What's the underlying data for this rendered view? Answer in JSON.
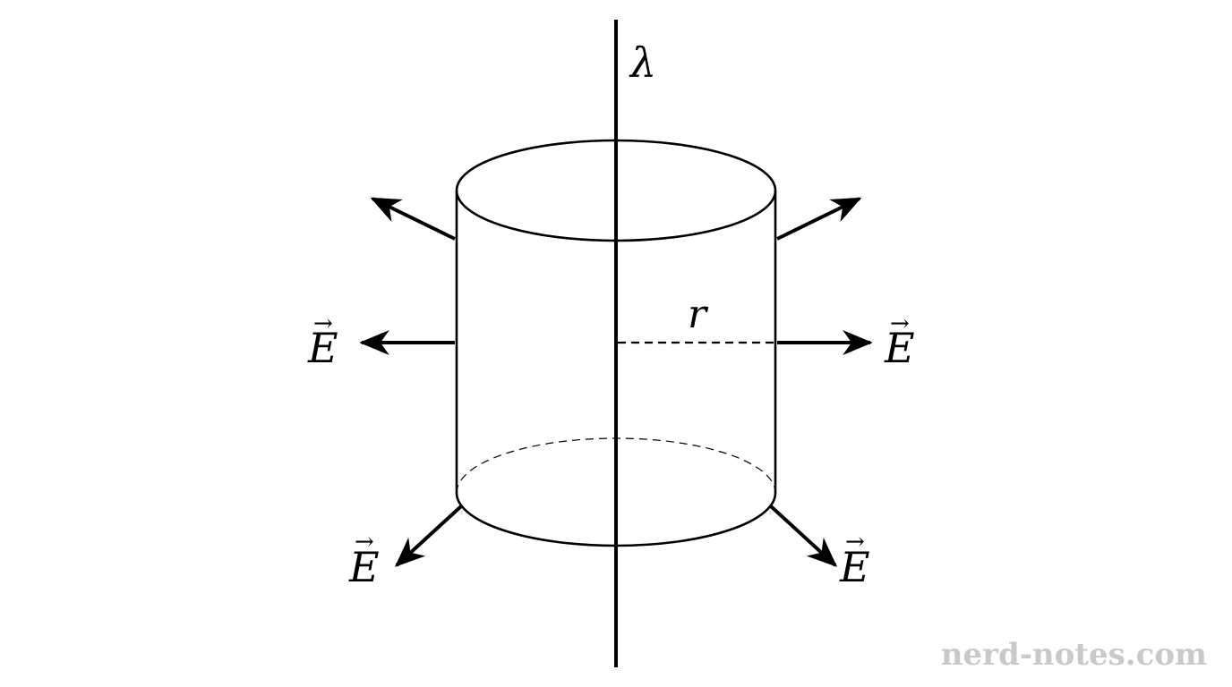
{
  "labels": {
    "line_charge": "λ",
    "radius": "r",
    "field": "E",
    "field_vector_mark": "→"
  },
  "watermark": "nerd-notes.com",
  "colors": {
    "stroke": "#000000",
    "background": "#ffffff",
    "watermark": "#c9c9c9"
  }
}
